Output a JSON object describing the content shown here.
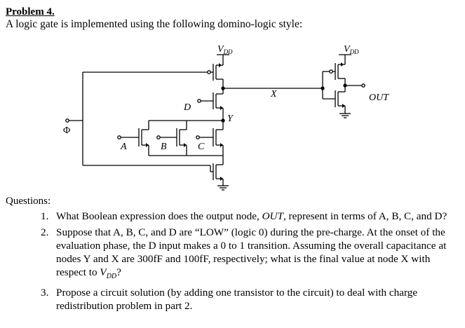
{
  "problem_title": "Problem 4.",
  "intro": "A logic gate is implemented using the following domino-logic style:",
  "circuit": {
    "vdd_main": "V",
    "vdd_sub": "DD",
    "node_x": "X",
    "node_y": "Y",
    "output": "OUT",
    "clock": "Φ",
    "input_a": "A",
    "input_b": "B",
    "input_c": "C",
    "input_d": "D"
  },
  "questions_label": "Questions:",
  "questions": [
    {
      "number": "1.",
      "parts": [
        "What Boolean expression does the output node, ",
        "OUT",
        ", represent in terms of A, B, C, and D?"
      ]
    },
    {
      "number": "2.",
      "parts": [
        "Suppose that A, B, C, and D are “LOW” (logic 0) during the pre-charge. At the onset of the evaluation phase, the D input makes a 0 to 1 transition. Assuming the overall capacitance at nodes Y and X are 300fF and 100fF, respectively; what is the final value at node X with respect to ",
        "V",
        "DD",
        "?"
      ]
    },
    {
      "number": "3.",
      "parts": [
        "Propose a circuit solution (by adding one transistor to the circuit) to deal with charge redistribution problem in part 2."
      ]
    }
  ]
}
